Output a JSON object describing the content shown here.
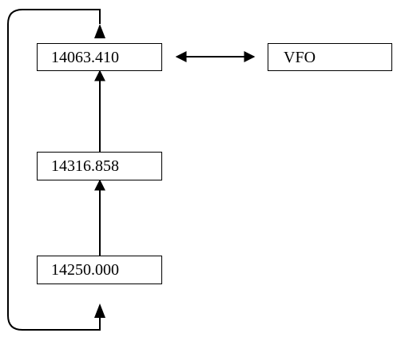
{
  "boxes": {
    "top": "14063.410",
    "middle": "14316.858",
    "bottom": "14250.000",
    "vfo": "VFO"
  },
  "colors": {
    "line": "#000000",
    "background": "#ffffff"
  }
}
